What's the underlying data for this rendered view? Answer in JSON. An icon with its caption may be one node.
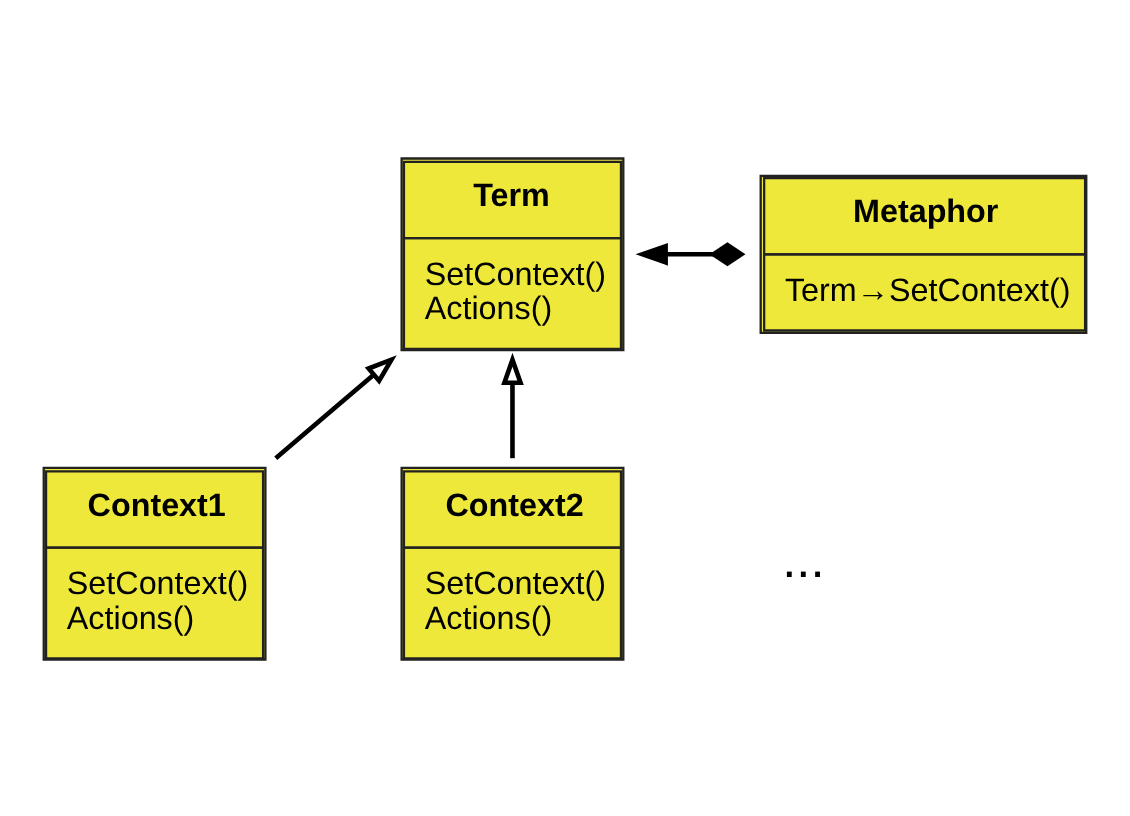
{
  "diagram": {
    "nodes": [
      {
        "text": [
          "Term",
          "SetContext()",
          "Actions()"
        ]
      },
      {
        "text": [
          "Metaphor",
          "Term→SetContext()"
        ]
      },
      {
        "text": [
          "Context1",
          "SetContext()",
          "Actions()"
        ]
      },
      {
        "text": [
          "Context2",
          "SetContext()",
          "Actions()"
        ]
      }
    ],
    "edges": [
      {
        "from": 1,
        "to": 0,
        "arrow": "to"
      },
      {
        "from": 2,
        "to": 0,
        "arrow": "to"
      },
      {
        "from": 3,
        "to": 0,
        "arrow": "to"
      }
    ],
    "labels": [
      "..."
    ]
  }
}
